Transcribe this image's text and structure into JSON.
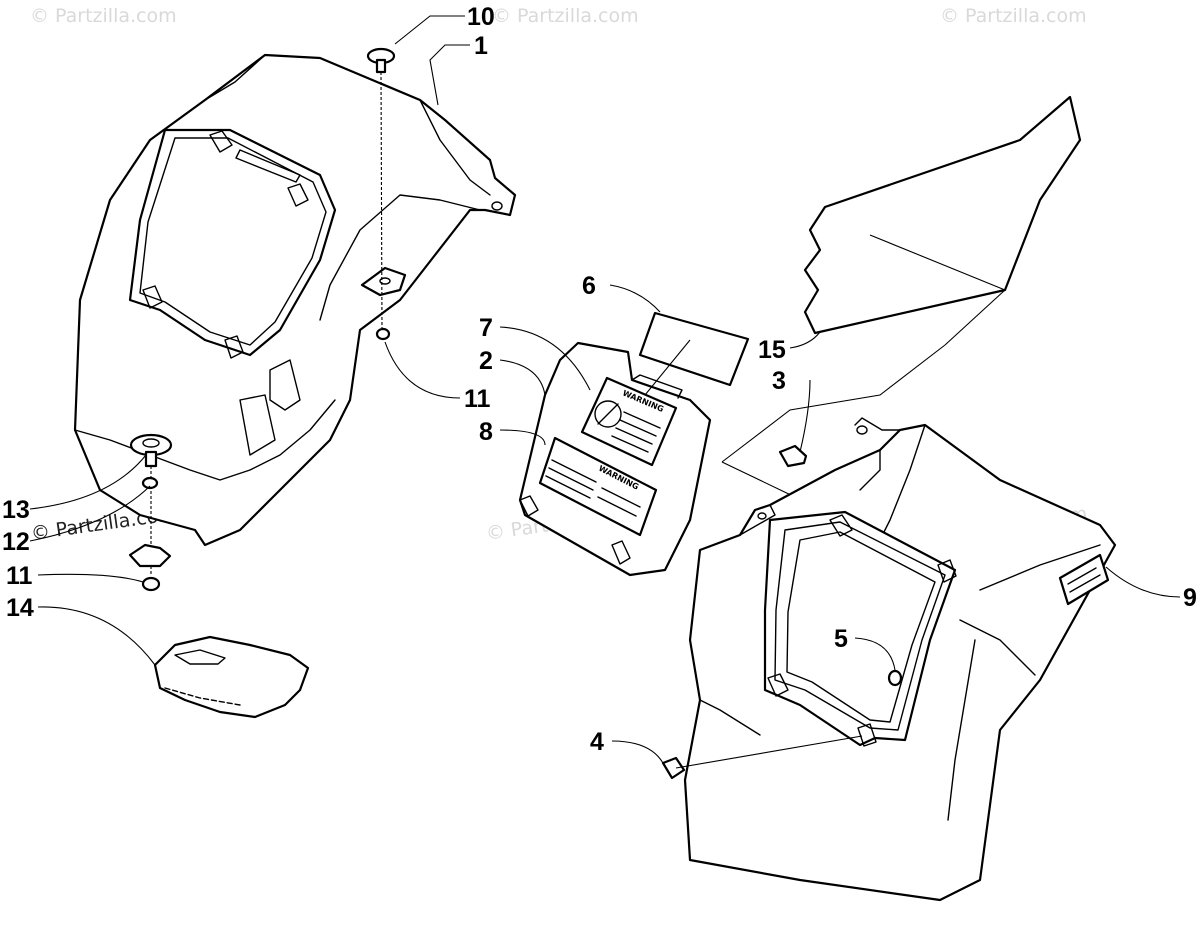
{
  "watermark": {
    "text": "© Partzilla.com"
  },
  "callouts": [
    {
      "id": "c10",
      "label": "10"
    },
    {
      "id": "c1",
      "label": "1"
    },
    {
      "id": "c6",
      "label": "6"
    },
    {
      "id": "c15",
      "label": "15"
    },
    {
      "id": "c7",
      "label": "7"
    },
    {
      "id": "c2",
      "label": "2"
    },
    {
      "id": "c3",
      "label": "3"
    },
    {
      "id": "c11a",
      "label": "11"
    },
    {
      "id": "c8",
      "label": "8"
    },
    {
      "id": "c13",
      "label": "13"
    },
    {
      "id": "c12",
      "label": "12"
    },
    {
      "id": "c9",
      "label": "9"
    },
    {
      "id": "c11b",
      "label": "11"
    },
    {
      "id": "c14",
      "label": "14"
    },
    {
      "id": "c5",
      "label": "5"
    },
    {
      "id": "c4",
      "label": "4"
    }
  ],
  "decals": {
    "warning_top": "WARNING",
    "warning_bottom": "WARNING"
  },
  "colors": {
    "line": "#000000",
    "background": "#ffffff",
    "watermark": "#d9d9d9"
  }
}
